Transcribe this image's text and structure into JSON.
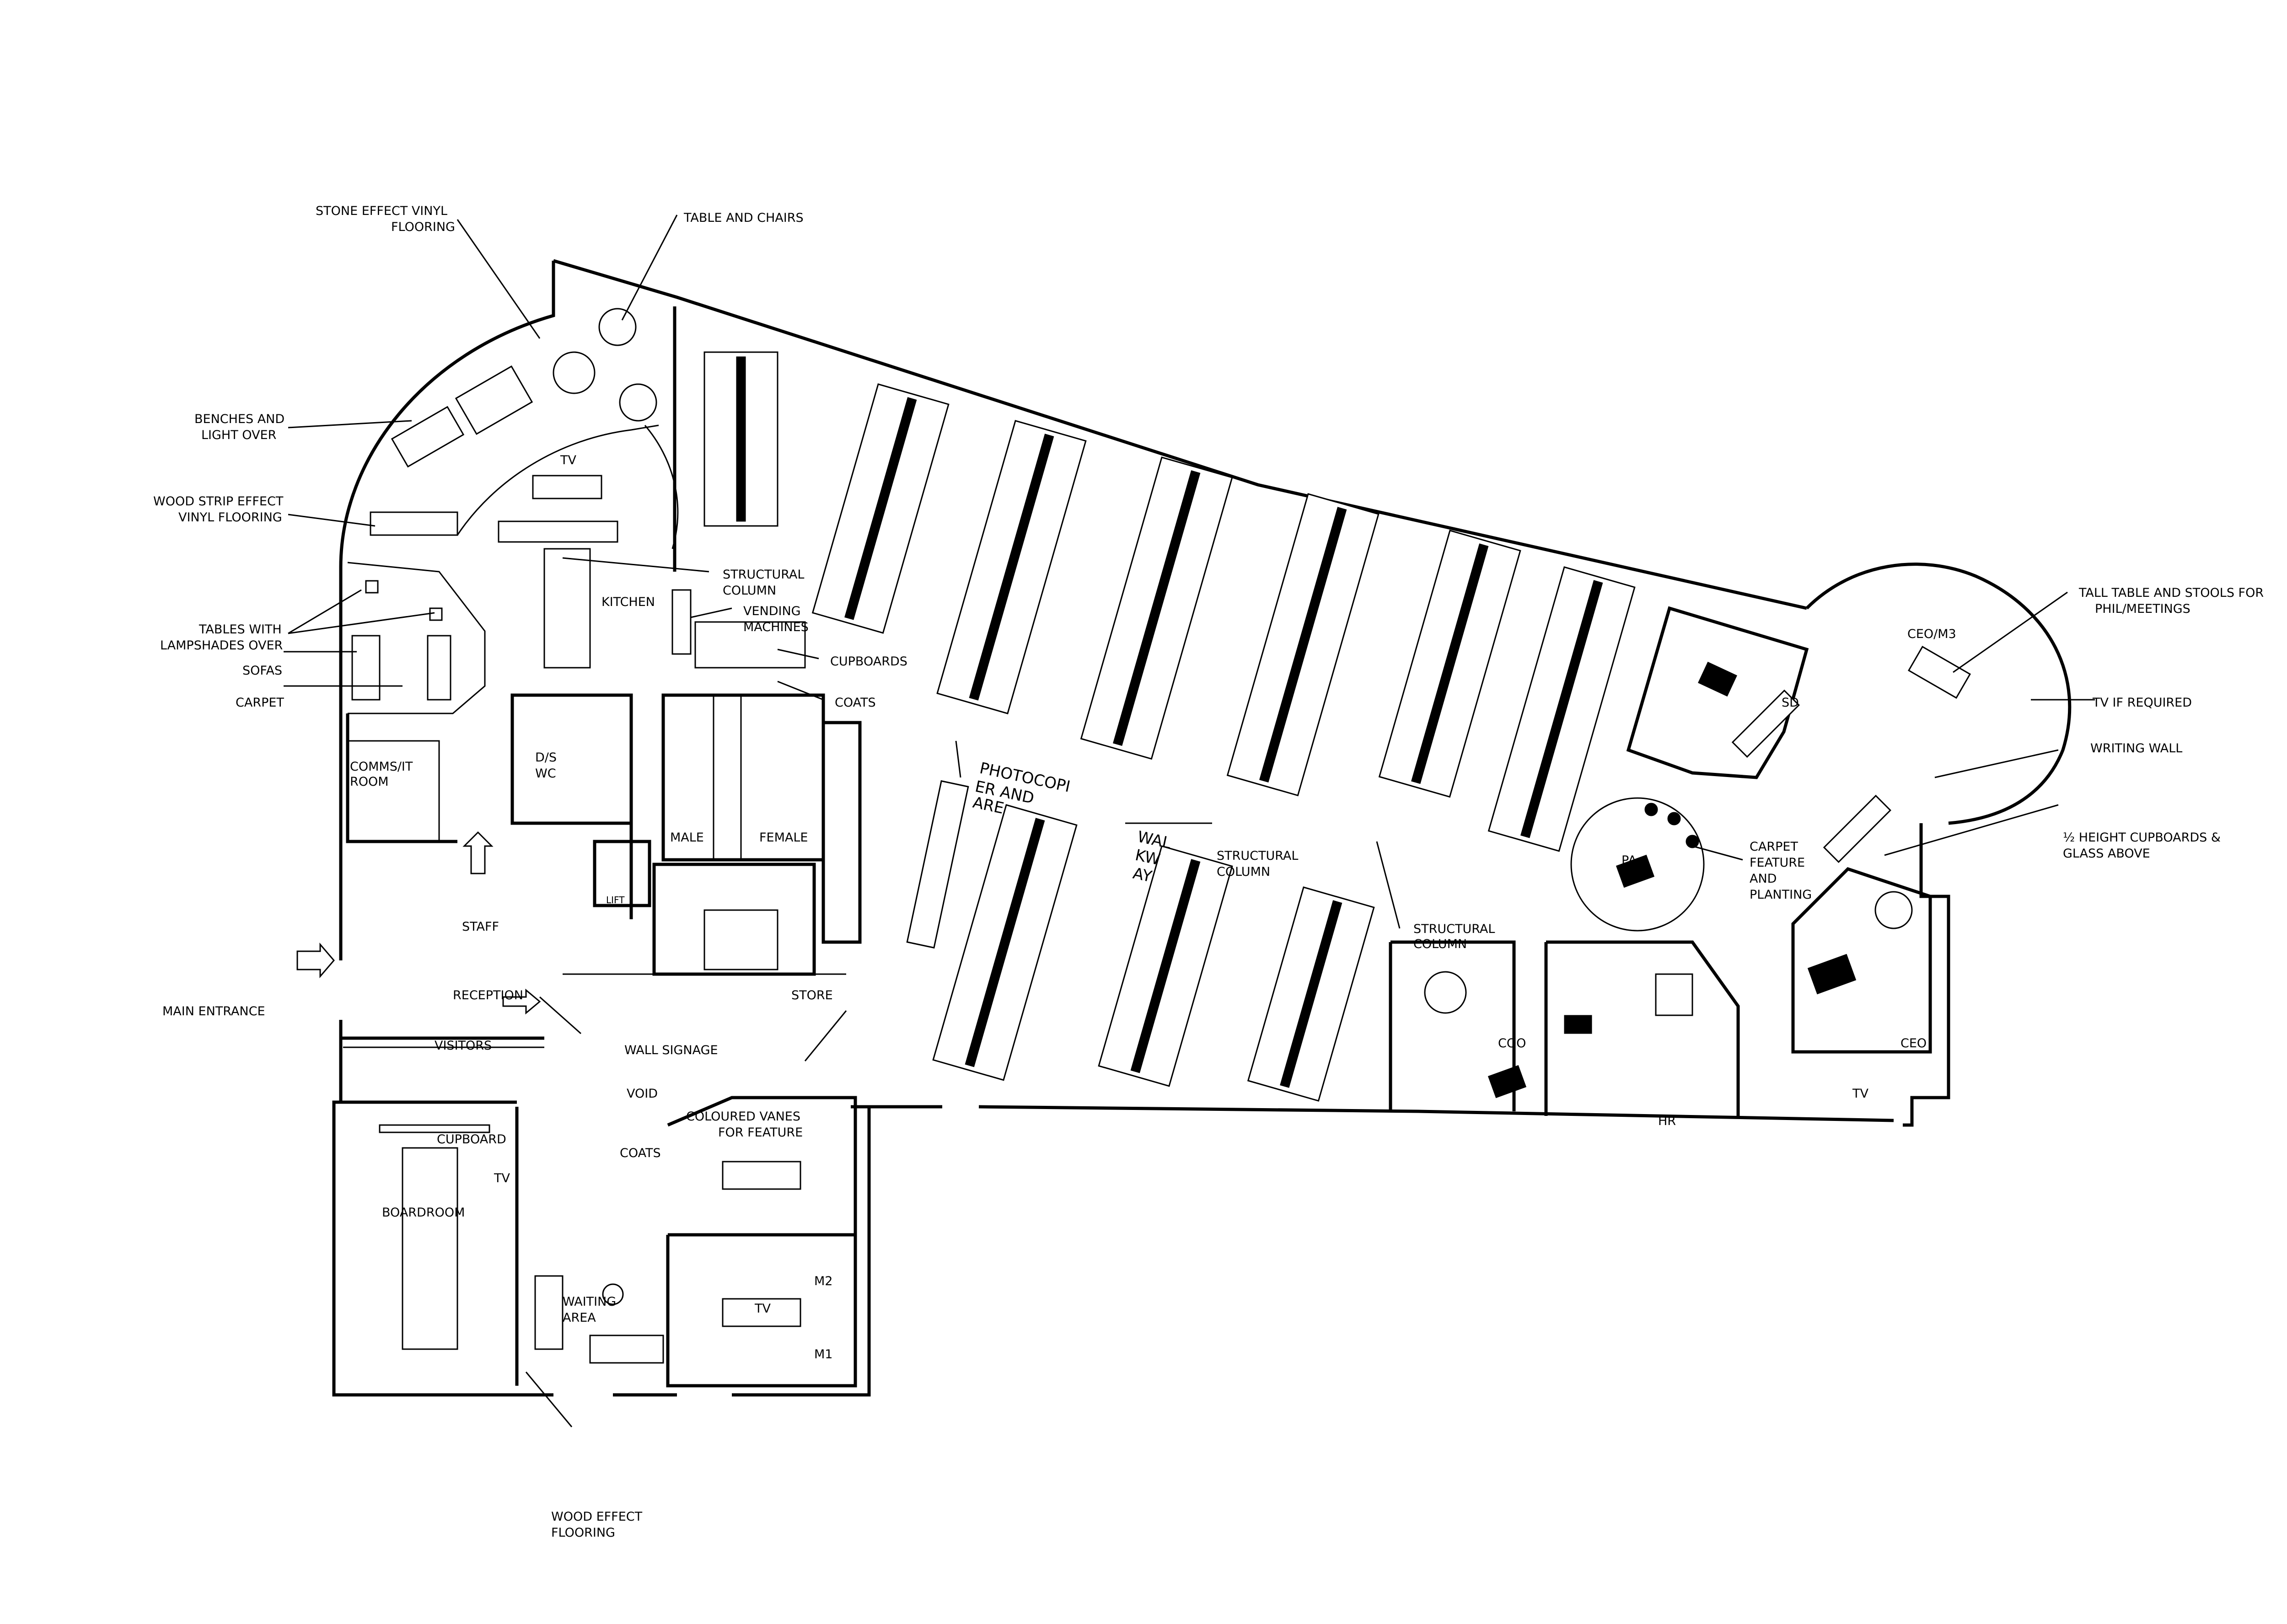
{
  "labels": {
    "stone_effect_line1": "STONE EFFECT VINYL",
    "stone_effect_line2": "FLOORING",
    "table_and_chairs": "TABLE AND CHAIRS",
    "benches_line1": "BENCHES AND",
    "benches_line2": "LIGHT OVER",
    "wood_strip_line1": "WOOD STRIP EFFECT",
    "wood_strip_line2": "VINYL FLOORING",
    "tables_lampshades_line1": "TABLES WITH",
    "tables_lampshades_line2": "LAMPSHADES OVER",
    "sofas": "SOFAS",
    "carpet": "CARPET",
    "tv_kitchen": "TV",
    "kitchen": "KITCHEN",
    "structural_column_1_line1": "STRUCTURAL",
    "structural_column_1_line2": "COLUMN",
    "vending_line1": "VENDING",
    "vending_line2": "MACHINES",
    "cupboards": "CUPBOARDS",
    "coats_top": "COATS",
    "comms_line1": "COMMS/IT",
    "comms_line2": "ROOM",
    "ds_line1": "D/S",
    "ds_line2": "WC",
    "male": "MALE",
    "female": "FEMALE",
    "lift": "LIFT",
    "staff": "STAFF",
    "reception": "RECEPTION",
    "main_entrance": "MAIN ENTRANCE",
    "visitors": "VISITORS",
    "wall_signage": "WALL SIGNAGE",
    "void": "VOID",
    "store": "STORE",
    "photocopier_line1": "PHOTOCOPI",
    "photocopier_line2": "ER AND",
    "photocopier_line3": "ARE",
    "walkway_line1": "WAL",
    "walkway_line2": "KW",
    "walkway_line3": "AY",
    "structural_column_2_line1": "STRUCTURAL",
    "structural_column_2_line2": "COLUMN",
    "structural_column_3_line1": "STRUCTURAL",
    "structural_column_3_line2": "COLUMN",
    "sd": "SD",
    "ceo_m3": "CEO/M3",
    "tall_table_line1": "TALL TABLE AND STOOLS FOR",
    "tall_table_line2": "PHIL/MEETINGS",
    "tv_if_required": "TV IF REQUIRED",
    "writing_wall": "WRITING WALL",
    "half_height_line1": "½ HEIGHT CUPBOARDS &",
    "half_height_line2": "GLASS ABOVE",
    "carpet_feature_line1": "CARPET",
    "carpet_feature_line2": "FEATURE",
    "carpet_feature_line3": "AND",
    "carpet_feature_line4": "PLANTING",
    "pa": "PA",
    "coo": "COO",
    "hr": "HR",
    "ceo": "CEO",
    "tv_east": "TV",
    "cupboard_board": "CUPBOARD",
    "boardroom": "BOARDROOM",
    "tv_board": "TV",
    "coloured_vanes_line1": "COLOURED VANES",
    "coloured_vanes_line2": "FOR FEATURE",
    "coats_meeting": "COATS",
    "m2": "M2",
    "tv_m1": "TV",
    "m1": "M1",
    "waiting_line1": "WAITING",
    "waiting_line2": "AREA",
    "wood_effect_line1": "WOOD EFFECT",
    "wood_effect_line2": "FLOORING"
  }
}
